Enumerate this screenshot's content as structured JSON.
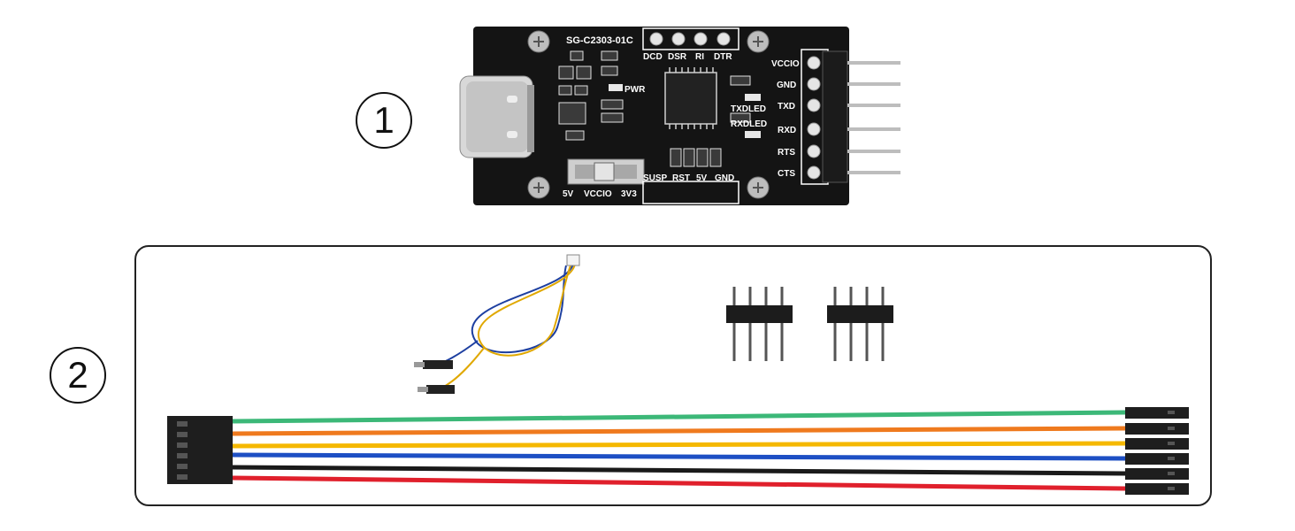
{
  "callouts": {
    "one": "1",
    "two": "2"
  },
  "board": {
    "model": "SG-C2303-01C",
    "top_header": [
      "DCD",
      "DSR",
      "RI",
      "DTR"
    ],
    "bottom_header": [
      "SUSP",
      "RST",
      "5V",
      "GND"
    ],
    "side_header": [
      "VCCIO",
      "GND",
      "TXD",
      "RXD",
      "RTS",
      "CTS"
    ],
    "led_pwr": "PWR",
    "led_tx": "TXDLED",
    "led_rx": "RXDLED",
    "switch_labels": [
      "5V",
      "VCCIO",
      "3V3"
    ]
  },
  "colors": {
    "pcb": "#141414",
    "wire_green": "#3cb878",
    "wire_orange": "#ef7a1e",
    "wire_yellow": "#f5b800",
    "wire_blue": "#1d4fc4",
    "wire_black": "#1a1a1a",
    "wire_red": "#e0202c"
  }
}
